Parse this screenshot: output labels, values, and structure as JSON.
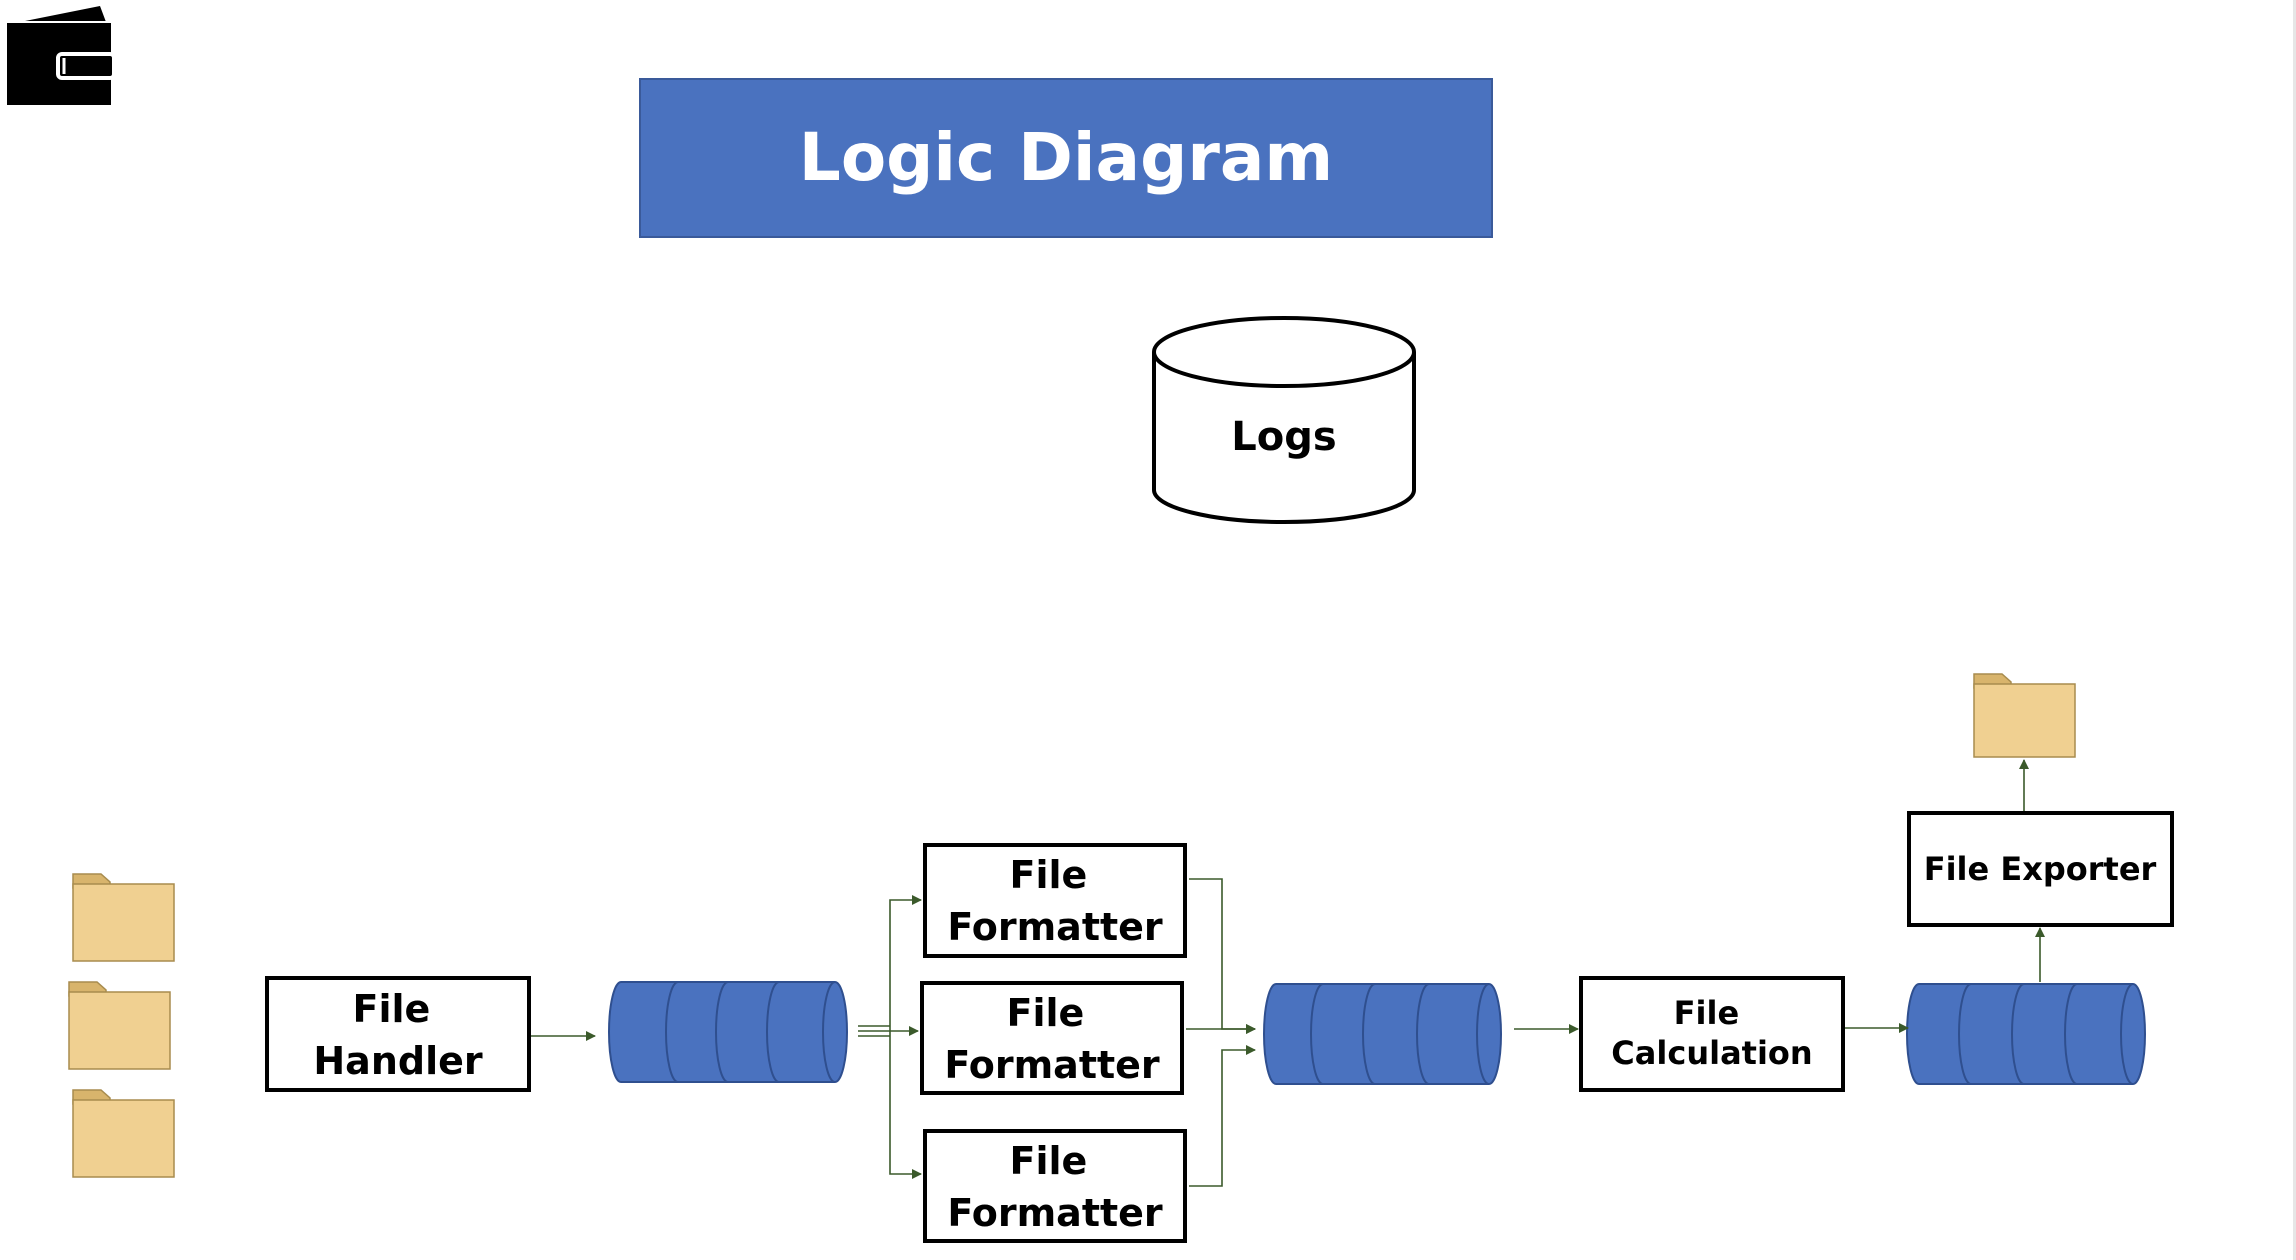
{
  "title": "Logic Diagram",
  "store": {
    "label": "Logs"
  },
  "nodes": {
    "file_handler": [
      "File",
      "Handler"
    ],
    "formatter_1": [
      "File",
      "Formatter"
    ],
    "formatter_2": [
      "File",
      "Formatter"
    ],
    "formatter_3": [
      "File",
      "Formatter"
    ],
    "file_calculation": [
      "File",
      "Calculation"
    ],
    "file_exporter": "File Exporter"
  },
  "colors": {
    "title_bg": "#4a72bf",
    "queue": "#4a72bf",
    "folder_fill": "#f0d091",
    "folder_tab": "#d8b46c",
    "arrow": "#3b5a2b"
  },
  "icons": [
    "wallet-icon",
    "folder-icon",
    "queue-icon",
    "database-icon"
  ]
}
